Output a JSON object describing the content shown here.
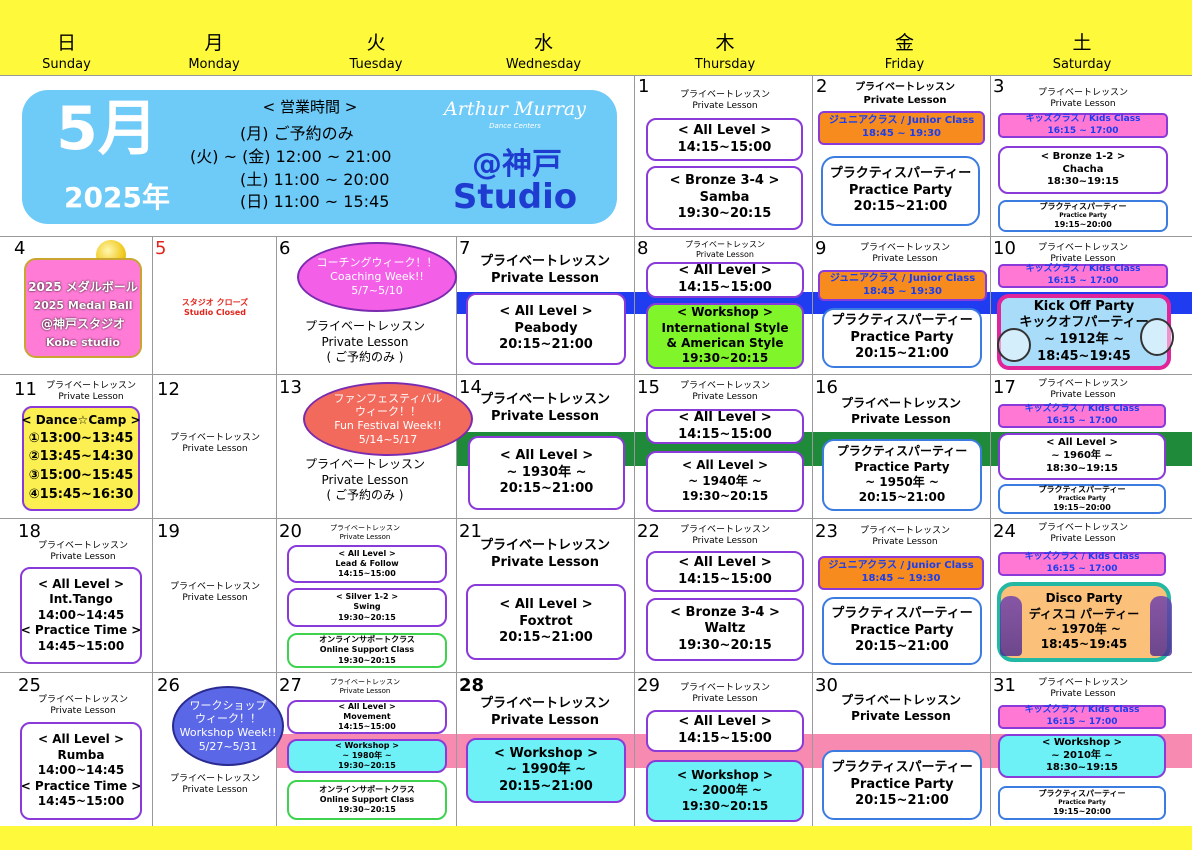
{
  "days": [
    {
      "kanji": "日",
      "en": "Sunday"
    },
    {
      "kanji": "月",
      "en": "Monday"
    },
    {
      "kanji": "火",
      "en": "Tuesday"
    },
    {
      "kanji": "水",
      "en": "Wednesday"
    },
    {
      "kanji": "木",
      "en": "Thursday"
    },
    {
      "kanji": "金",
      "en": "Friday"
    },
    {
      "kanji": "土",
      "en": "Saturday"
    }
  ],
  "banner": {
    "month": "5月",
    "year": "2025年",
    "hours_title": "< 営業時間 >",
    "hours": [
      "(月)  ご予約のみ",
      "(火) ~ (金)  12:00 ~ 21:00",
      "(土)  11:00 ~ 20:00",
      "(日)  11:00 ~ 15:45"
    ],
    "brand": "Arthur Murray",
    "brand_sub": "Dance Centers",
    "studio_line1": "@神戸",
    "studio_line2": "Studio"
  },
  "common": {
    "pl_jp": "プライベートレッスン",
    "pl_en": "Private Lesson",
    "pp_jp": "プラクティスパーティー",
    "pp_en": "Practice Party",
    "jr": "ジュニアクラス / Junior Class",
    "jr_time": "18:45 ~ 19:30",
    "kids": "キッズクラス / Kids Class",
    "kids_time": "16:15 ~ 17:00",
    "yoyaku": "( ご予約のみ )"
  },
  "dates": {
    "d1": "1",
    "d2": "2",
    "d3": "3",
    "d4": "4",
    "d5": "5",
    "d6": "6",
    "d7": "7",
    "d8": "8",
    "d9": "9",
    "d10": "10",
    "d11": "11",
    "d12": "12",
    "d13": "13",
    "d14": "14",
    "d15": "15",
    "d16": "16",
    "d17": "17",
    "d18": "18",
    "d19": "19",
    "d20": "20",
    "d21": "21",
    "d22": "22",
    "d23": "23",
    "d24": "24",
    "d25": "25",
    "d26": "26",
    "d27": "27",
    "d28": "28",
    "d29": "29",
    "d30": "30",
    "d31": "31"
  },
  "ev": {
    "all_level": "< All Level >",
    "t1415": "14:15~15:00",
    "bronze34": "< Bronze 3-4 >",
    "samba": "Samba",
    "t1930": "19:30~20:15",
    "t2015": "20:15~21:00",
    "bronze12": "< Bronze 1-2 >",
    "chacha": "Chacha",
    "t1830": "18:30~19:15",
    "t1915": "19:15~20:00",
    "medal1": "2025 メダルボール",
    "medal2": "2025 Medal Ball",
    "medal3": "@神戸スタジオ",
    "medal4": "Kobe studio",
    "closed_jp": "スタジオ クローズ",
    "closed_en": "Studio Closed",
    "coach1": "コーチングウィーク！！",
    "coach2": "Coaching Week!!",
    "coach3": "5/7~5/10",
    "peabody": "Peabody",
    "ws": "< Workshop >",
    "intl": "International Style",
    "amer": "& American Style",
    "kick1": "Kick Off Party",
    "kick2": "キックオフパーティー",
    "kick3": "~ 1912年 ~",
    "t1845": "18:45~19:45",
    "camp": "< Dance☆Camp >",
    "c1": "①13:00~13:45",
    "c2": "②13:45~14:30",
    "c3": "③15:00~15:45",
    "c4": "④15:45~16:30",
    "fun1": "ファンフェスティバル",
    "fun2": "ウィーク！！",
    "fun3": "Fun Festival Week!!",
    "fun4": "5/14~5/17",
    "y1930": "~ 1930年 ~",
    "y1940": "~ 1940年 ~",
    "y1950": "~ 1950年 ~",
    "y1960": "~ 1960年 ~",
    "inttango": "Int.Tango",
    "t1400": "14:00~14:45",
    "practime": "< Practice Time >",
    "t1445": "14:45~15:00",
    "leadfollow": "Lead & Follow",
    "silver12": "< Silver 1-2 >",
    "swing": "Swing",
    "online1": "オンラインサポートクラス",
    "online2": "Online Support Class",
    "foxtrot": "Foxtrot",
    "waltz": "Waltz",
    "disco1": "Disco Party",
    "disco2": "ディスコ パーティー",
    "disco3": "~ 1970年 ~",
    "rumba": "Rumba",
    "wsw1": "ワークショップ",
    "wsw2": "ウィーク！！",
    "wsw3": "Workshop Week!!",
    "wsw4": "5/27~5/31",
    "movement": "Movement",
    "y1980": "~ 1980年 ~",
    "y1990": "~ 1990年 ~",
    "y2000": "~ 2000年 ~",
    "y2010": "~ 2010年 ~"
  },
  "colors": {
    "header": "#fef93a",
    "banner": "#6ecaf7",
    "blue_band": "#1f3cf0",
    "green_band": "#1f8a3a",
    "pink_band": "#f78ab0",
    "junior": "#f78b1e",
    "kids": "#ff79d4"
  }
}
